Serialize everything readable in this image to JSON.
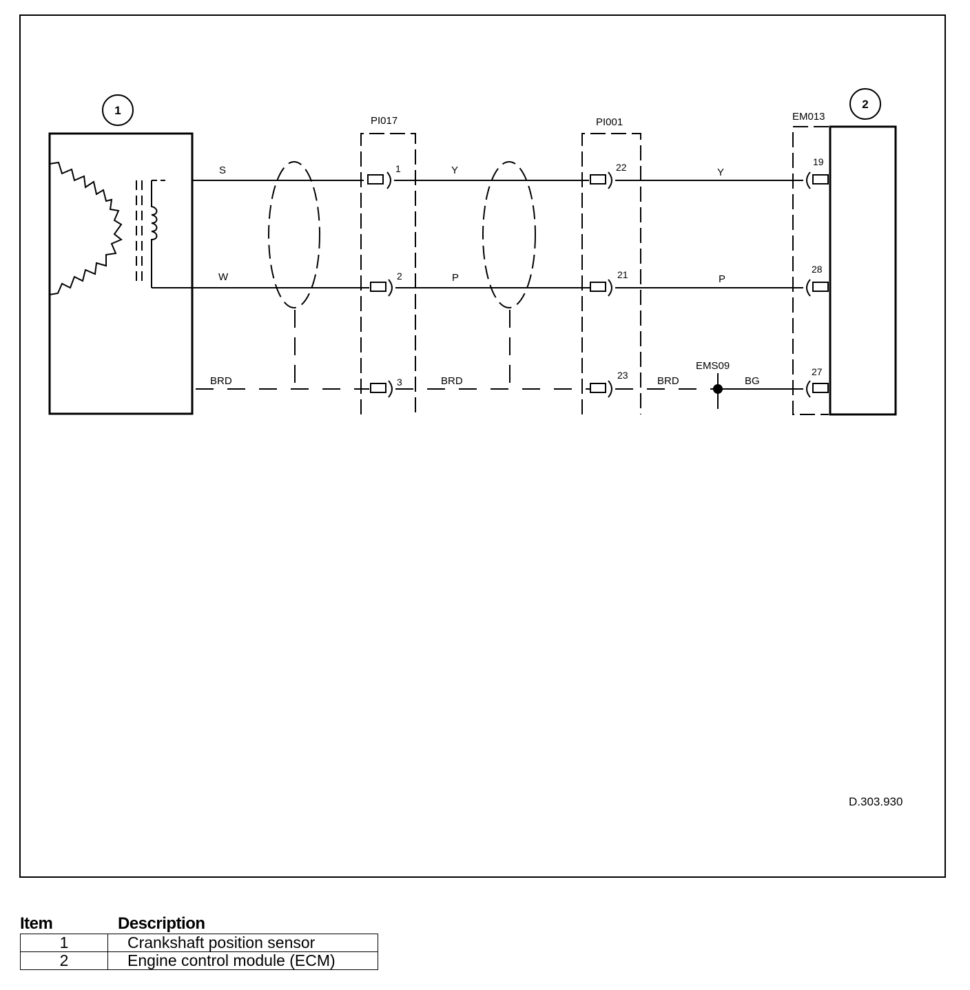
{
  "diagram": {
    "components": [
      {
        "number": "1"
      },
      {
        "number": "2"
      }
    ],
    "connectors": {
      "c1": "PI017",
      "c2": "PI001",
      "c3": "EM013"
    },
    "splice": "EMS09",
    "wires": {
      "s1_top": "S",
      "s1_mid": "W",
      "s1_bot": "BRD",
      "s2_top": "Y",
      "s2_mid": "P",
      "s2_bot": "BRD",
      "s3_top": "Y",
      "s3_mid": "P",
      "s3_bot_a": "BRD",
      "s3_bot_b": "BG"
    },
    "pins": {
      "c1": [
        "1",
        "2",
        "3"
      ],
      "c2": [
        "22",
        "21",
        "23"
      ],
      "c3": [
        "19",
        "28",
        "27"
      ]
    },
    "reference": "D.303.930"
  },
  "legend": {
    "header_item": "Item",
    "header_description": "Description",
    "rows": [
      {
        "item": "1",
        "description": "Crankshaft position sensor"
      },
      {
        "item": "2",
        "description": "Engine control module (ECM)"
      }
    ]
  }
}
